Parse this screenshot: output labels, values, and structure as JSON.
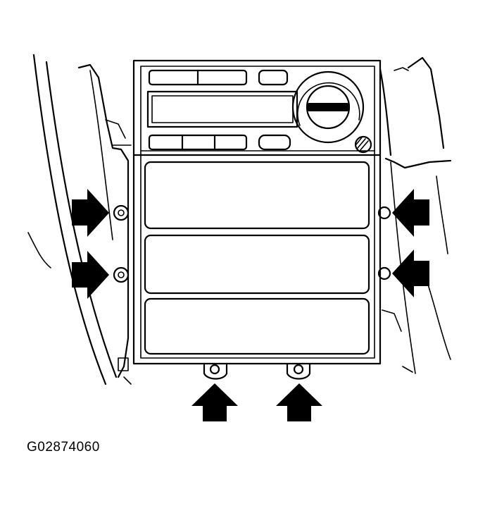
{
  "figure": {
    "id_label": "G02874060"
  },
  "callouts": {
    "count": 6,
    "description_targets": [
      "left-upper-fastener",
      "left-lower-fastener",
      "right-upper-fastener",
      "right-lower-fastener",
      "bottom-left-fastener",
      "bottom-right-fastener"
    ]
  },
  "colors": {
    "ink": "#000000",
    "paper": "#ffffff"
  }
}
